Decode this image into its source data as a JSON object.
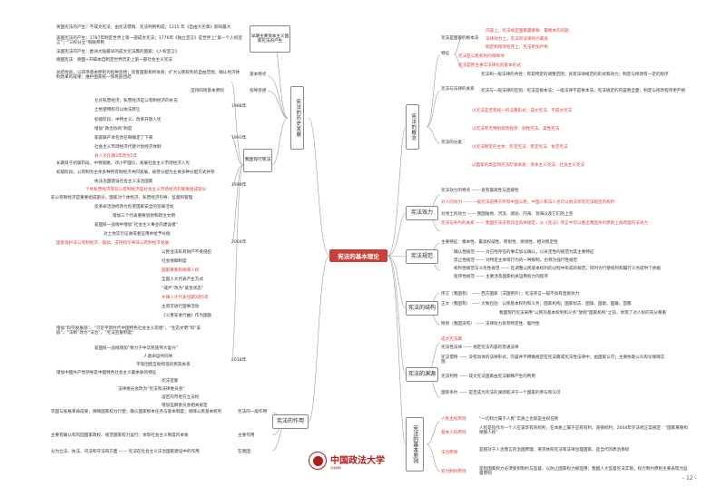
{
  "center": {
    "label": "宪法的基本理论"
  },
  "left": {
    "history": {
      "title": "宪法的历史发展",
      "sections": [
        {
          "label": "早期主要资本主义国家宪法的产生",
          "items": [
            "英国宪法的产生：不成文宪法；由宪法惯例、宪法判例构成；1215 年《自由大宪章》影响最大",
            "美国宪法的产生：1787年制定世界上第一部成文宪法；1776年《独立宣言》是世界上“第一个人权宣言”；“三权分立”和联邦制",
            "法国宪法的产生：欧洲大陆最早的成文宪法典的国家；《人权宣言》",
            "德国宪法：德国+开辟本自制定世界历史上第一部社会主义宪法"
          ]
        },
        {
          "label": "基本特点",
          "items": [
            "总结经验，以四项基本原则为指导思想；贸善国家机构体系；扩大公民权利的自由范围；确认经济体制改革的成果；维护国家统一和民族团结"
          ]
        },
        {
          "label": "指导思想",
          "items": [
            "坚持四项基本原则"
          ]
        },
        {
          "label": "我国现行宪法",
          "years": [
            {
              "year": "1988年",
              "items": [
                "允许私营经济；私营经济是公有制经济的补充",
                "土地使用权可以依法转让"
              ]
            },
            {
              "year": "1993年",
              "items": [
                "初级阶段、中特主义、改革开放入宪",
                "增加“政治协商”制度",
                "家庭联产承包责任制确定了下来",
                "社会主义市场经济代替计划经济体制",
                "县人大任期3年改为5年"
              ]
            },
            {
              "year": "1999年",
              "items": [
                "长期处于初级阶段，中特道路，邓小平理论，发展社会主义市场经济入宪",
                "初级阶段，公有制为主体多种所有制经济共同发展，按劳分配为主体多种分配方式并存",
                "依法治国建设社会主义法治国家",
                "个体私营经济等非公有制经济是社会主义市场经济的重要组成部分",
                "非公有制经济是重要组成部分，国家对个体经济、私营经济引导、监督和管理",
                "反革命活动修改为危害国家安全的犯罪活动"
              ]
            },
            {
              "year": "2004年",
              "items": [
                "增加三个代表重要思想和政治文明",
                "爱国统一战线中增加“社会主义事业的建设者”",
                "对土地实行征收或者征用并给予补偿",
                "国家保护非公有制经济，鼓励、支持和引导非公有制经济发展",
                "公民合法私有财产不受侵犯",
                "社会保障制度",
                "国家尊重和保障人权",
                "全国人大代表产生方式",
                "“戒严”改为“紧急状态”",
                "乡镇人大代表任期3改5年",
                "主席可进行国事活动",
                "《义勇军进行曲》作为国歌"
              ]
            },
            {
              "year": "2018年",
              "items": [
                "增加“科学发展观”、“习近平新时代中国特色社会主义思想”，“生态文明”和“美丽”，“法制”改为“法治”，“宪法宣誓制度”",
                "爱国统一战线增加“致力于中华民族伟大复兴”",
                "人类命运共同体",
                "平等团结互助和谐的民族关系",
                "增加中国共产党领导是中国特色社会主义最本质的特征",
                "宪法宣誓",
                "法律委员会改为“宪法和法律委员会”",
                "设区的市地方立法权",
                "增加监察委员会相关规定"
              ]
            }
          ]
        }
      ]
    },
    "role": {
      "title": "宪法的作用",
      "items": [
        {
          "label": "宪法的一般作用",
          "text": "巩固与发展革命成果，保障国家权力行使；确认国家根本任务与基本制度；保障公民基本权利"
        },
        {
          "label": "主要作用",
          "text": "主要有确认和巩固国家政权、规范国家权力运行；体现社会主义制度的本质"
        },
        {
          "label": "在我国",
          "text": "分为立法、执法、司法和守法四方面 —— 宪法在社会主义法治国家建设中的作用"
        }
      ]
    }
  },
  "right": {
    "concept": {
      "title": "宪法的概念",
      "sections": [
        {
          "label": "特征",
          "items": [
            "内容上，宪法规定国家最重要、最根本的问题",
            "法律效力上，宪法的法律效力最高",
            "制定和修改程序上，宪法更加严格",
            "宪法是公民权利的保障书",
            "宪法是民主事实法律化的基本形式"
          ],
          "sub": "宪法是国家的根本法"
        },
        {
          "label": "宪法与法律的关系",
          "items": [
            "宪法和一般法律的共性：有其特定的调整范围；具有法律规范的形式和效力；制定与修改有一定的程序",
            "宪法与一般法律的区别：宪法是根本法；一般法律不是根本法，宪法规定的内容更全面；制定与修改程序更严格"
          ]
        },
        {
          "label": "宪法的分类",
          "items": [
            "以宪法是否有统一的法典形式：成文宪法、不成文宪法",
            "以宪法有无特别修改程序：刚性宪法、柔性宪法",
            "以宪法制定的主体：钦定宪法、民定宪法、协定宪法",
            "以国家的类型和宪法阶级本质：资本主义宪法、社会主义宪法"
          ]
        }
      ]
    },
    "effect": {
      "title": "宪法效力",
      "items": [
        "宪法效力的特点 —— 具有最高性与直接性",
        "对人的效力 —— 一般宪法适用于所有中国公民；中国人和法人也可以依法享有宪法规定的权利",
        "对领土的效力 —— 我国陆地、河流、湖泊、内海、领海以及它们的上空",
        "宪法与条约的关系 —— 我国宪法没有作出具体规定，从《宪法》序言中可以看出我国条约原则上具有国内法效力"
      ]
    },
    "norms": {
      "title": "宪法规范",
      "items": [
        "主要特征：根本性、最高权威性、原则性、纲领性、相对稳定性",
        "确认性规范 —— 对已经存在的事实加以确认，以肯定性的规范为其主要特征",
        "禁止性规范 —— 对特定主体或行为的一种限制，也称为强行性规范",
        "权利性规范与义务性规范 —— 在调整公民基本权利的过程中形成的规范，同时为行使权利和履行义务提供了依据",
        "程序性规范 —— 主要涉及国家机关运用权力的程序"
      ]
    },
    "structure": {
      "title": "宪法的结构",
      "items": [
        "序言（我国有） —— 西方国家（法国例外）；宪法序言一般不具有直接效力",
        "正文（我国有） —— 大致包括：公民基本权利和义务；国家机构；国家标志、国旗、国歌、国徽、首都",
        "我国现行宪法采用“公民的基本权利和义务”放到“国家机构”之前，体现了对人权的充分尊重",
        "附则（我国没有） —— 法律效力具有特定性、临时性"
      ]
    },
    "sources": {
      "title": "宪法的渊源",
      "items": [
        "成文宪法典",
        "宪法性法律 —— 规定宪法内容的普通法律",
        "宪法惯例 —— 没有具体的法律形式，内容并不明确规定在宪法典或宪法性法律中；由国家认可；主要依靠公众舆论保障实施",
        "宪法判例 —— 成文宪法国家由宪法解释产生的判例",
        "国际条约 —— 是否成为宪法的渊源取决于一个国家的参与和认可"
      ]
    },
    "principles": {
      "title": "宪法的基本原则",
      "items": [
        {
          "label": "人民主权原则",
          "text": "“一切权力属于人民”实质上也就是主权在民"
        },
        {
          "label": "基本人权原则",
          "text": "人权是指作为一个人应该享有的权利；在本质上属于应有权利、道德权利；2004年宪法修正案规定：“国家尊重和保障人权”"
        },
        {
          "label": "法治原则",
          "text": "是相对于人治而言的治国原理；要求依照宪法和法律治理国家，是当代的政治目标"
        },
        {
          "label": "权力制约原则",
          "text": "是指国家权力必须受到制约与监督，以防止国家权力被滥用；我国人大监督宪法实施，权力制约原则主要表现为监督原则"
        }
      ]
    }
  },
  "logo": {
    "name": "中国政法大学",
    "sub": "法考辅导"
  },
  "page_number": "- 12 -"
}
